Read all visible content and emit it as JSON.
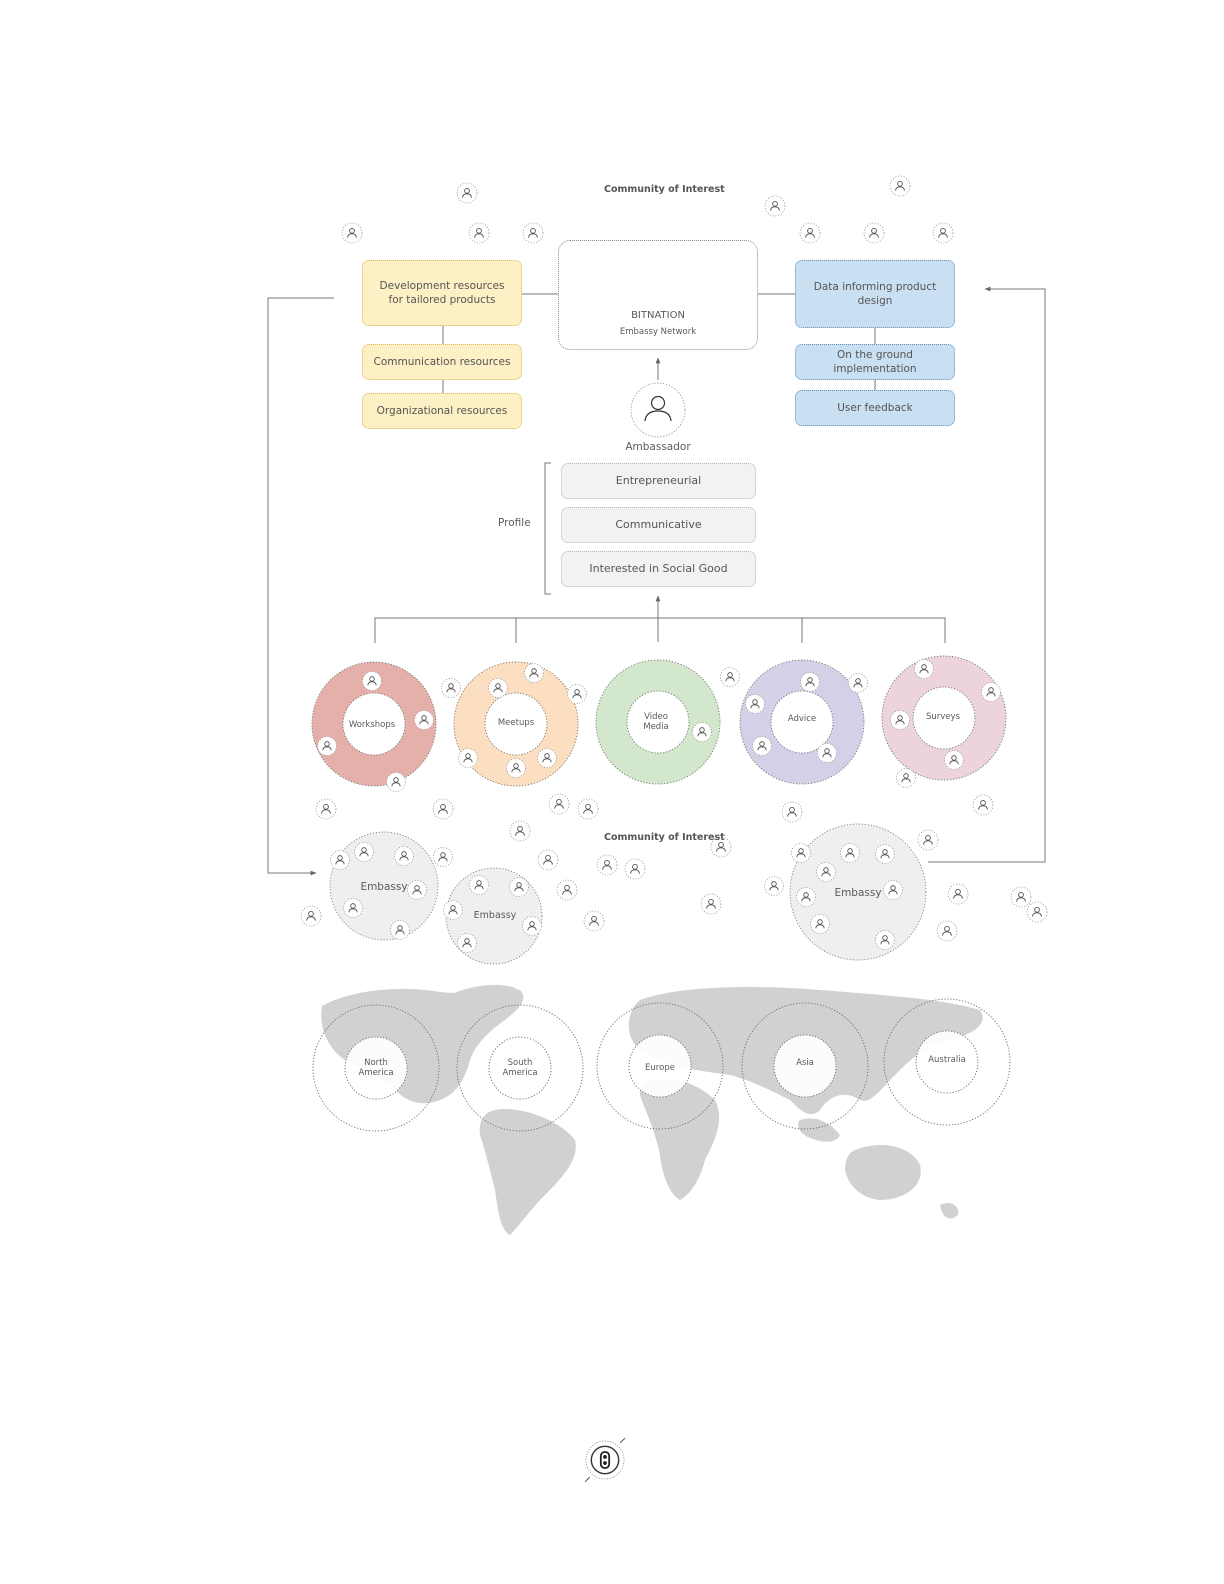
{
  "diagram": {
    "top_title": "Community of Interest",
    "middle_title": "Community of Interest",
    "center": {
      "name": "BITNATION",
      "subtitle": "Embassy Network",
      "logo_icon": "bitnation-logo-icon"
    },
    "left_resources": [
      "Development resources for tailored products",
      "Communication resources",
      "Organizational resources"
    ],
    "right_feedback": [
      "Data informing product design",
      "On the ground implementation",
      "User feedback"
    ],
    "ambassador": {
      "label": "Ambassador",
      "icon": "person-icon"
    },
    "profile": {
      "label": "Profile",
      "traits": [
        "Entrepreneurial",
        "Communicative",
        "Interested in Social Good"
      ]
    },
    "channels": [
      {
        "label": "Workshops",
        "color": "#e5b0aa"
      },
      {
        "label": "Meetups",
        "color": "#fbdfc0"
      },
      {
        "label": "Video\nMedia",
        "color": "#d3e7cc"
      },
      {
        "label": "Advice",
        "color": "#d6cfe8"
      },
      {
        "label": "Surveys",
        "color": "#ecd3dd"
      }
    ],
    "embassies": [
      "Embassy",
      "Embassy",
      "Embassy"
    ],
    "regions": [
      "North\nAmerica",
      "South\nAmerica",
      "Europe",
      "Asia",
      "Australia"
    ],
    "footer_logo": "bitnation-logo-icon"
  }
}
